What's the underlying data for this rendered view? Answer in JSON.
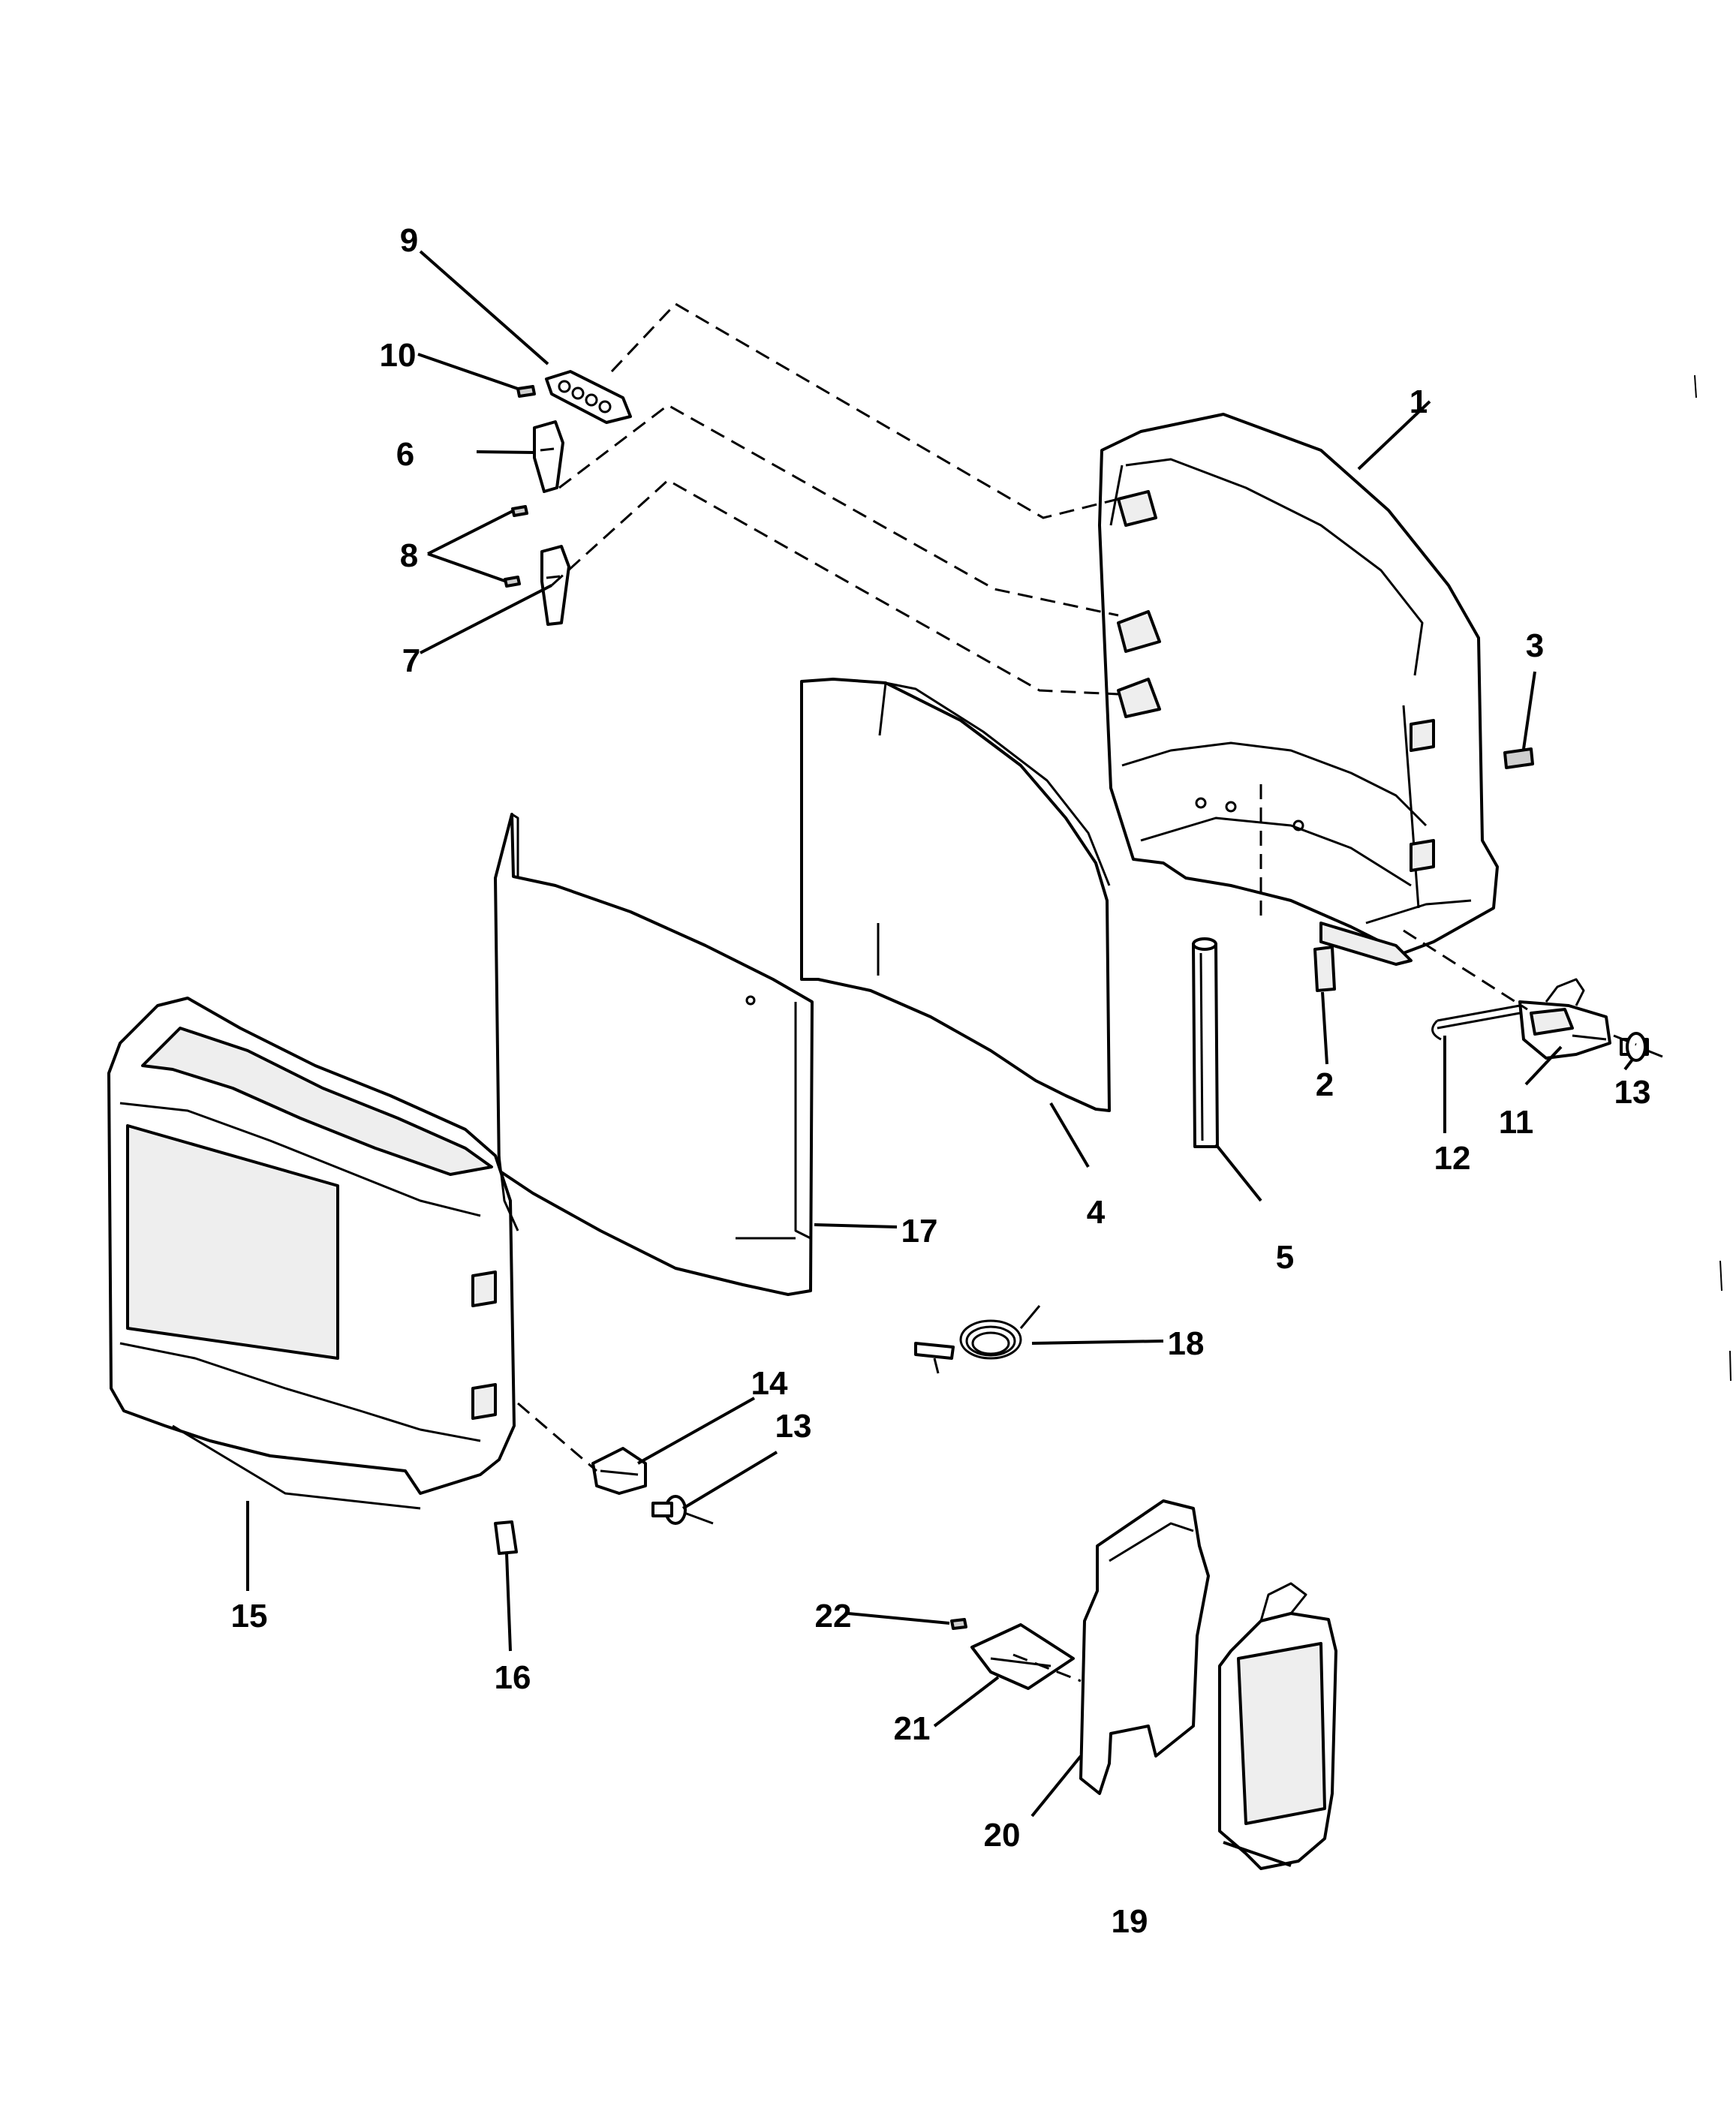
{
  "callouts": [
    {
      "id": "c1",
      "text": "1"
    },
    {
      "id": "c2",
      "text": "2"
    },
    {
      "id": "c3",
      "text": "3"
    },
    {
      "id": "c4",
      "text": "4"
    },
    {
      "id": "c5",
      "text": "5"
    },
    {
      "id": "c6",
      "text": "6"
    },
    {
      "id": "c7",
      "text": "7"
    },
    {
      "id": "c8",
      "text": "8"
    },
    {
      "id": "c9",
      "text": "9"
    },
    {
      "id": "c10",
      "text": "10"
    },
    {
      "id": "c11",
      "text": "11"
    },
    {
      "id": "c12",
      "text": "12"
    },
    {
      "id": "c13a",
      "text": "13"
    },
    {
      "id": "c13b",
      "text": "13"
    },
    {
      "id": "c14",
      "text": "14"
    },
    {
      "id": "c15",
      "text": "15"
    },
    {
      "id": "c16",
      "text": "16"
    },
    {
      "id": "c17",
      "text": "17"
    },
    {
      "id": "c18",
      "text": "18"
    },
    {
      "id": "c19",
      "text": "19"
    },
    {
      "id": "c20",
      "text": "20"
    },
    {
      "id": "c21",
      "text": "21"
    },
    {
      "id": "c22",
      "text": "22"
    }
  ],
  "style": {
    "line_color": "#000000",
    "background": "#ffffff"
  }
}
